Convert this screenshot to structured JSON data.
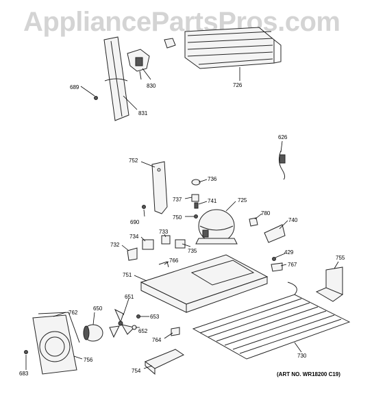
{
  "watermark": "AppliancePartsPros.com",
  "art_number": "(ART NO. WR18200 C19)",
  "callouts": {
    "c689": "689",
    "c831": "831",
    "c830": "830",
    "c726": "726",
    "c626": "626",
    "c752a": "752",
    "c690": "690",
    "c736": "736",
    "c737": "737",
    "c741": "741",
    "c725": "725",
    "c750": "750",
    "c780": "780",
    "c740": "740",
    "c733": "733",
    "c734": "734",
    "c732": "732",
    "c735": "735",
    "c766": "766",
    "c751": "751",
    "c429": "429",
    "c767": "767",
    "c755": "755",
    "c762": "762",
    "c650": "650",
    "c651": "651",
    "c653": "653",
    "c652": "652",
    "c764": "764",
    "c756": "756",
    "c683": "683",
    "c754": "754",
    "c730": "730"
  }
}
